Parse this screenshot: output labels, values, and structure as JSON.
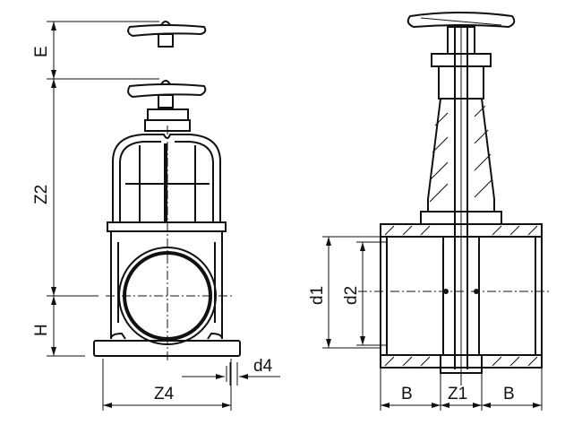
{
  "title": "Gate valve dimension drawing",
  "labels": {
    "E": "E",
    "Z2": "Z2",
    "H": "H",
    "Z4": "Z4",
    "d4": "d4",
    "d1": "d1",
    "d2": "d2",
    "B_left": "B",
    "Z1": "Z1",
    "B_right": "B"
  }
}
